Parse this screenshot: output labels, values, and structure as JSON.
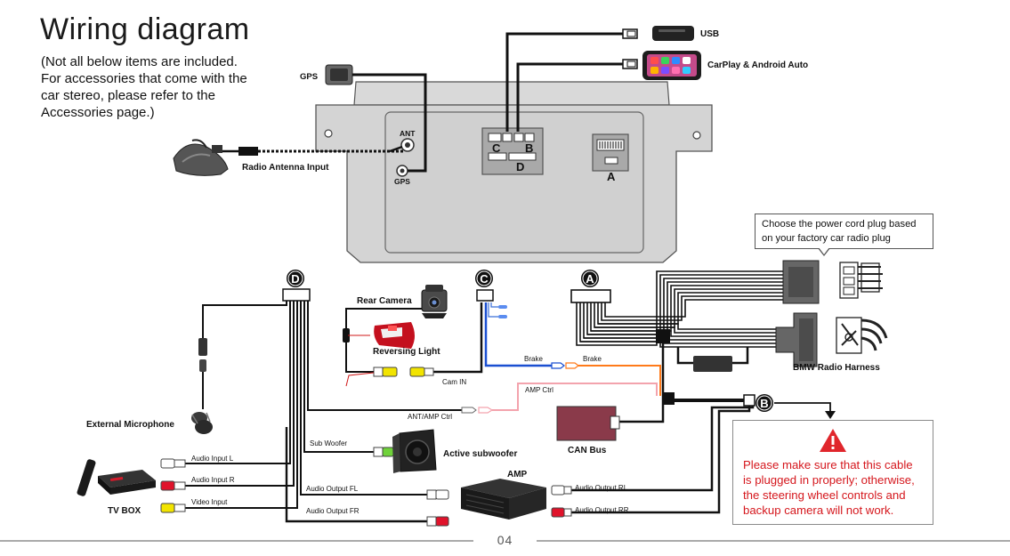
{
  "title": "Wiring diagram",
  "intro": [
    "(Not all below items are included.",
    "For accessories that come with the",
    "car stereo, please refer to the",
    "Accessories page.)"
  ],
  "labels": {
    "gps": "GPS",
    "usb": "USB",
    "carplay": "CarPlay & Android Auto",
    "ant": "ANT",
    "gps_port": "GPS",
    "radio_antenna": "Radio Antenna Input",
    "port_c": "C",
    "port_b": "B",
    "port_d": "D",
    "port_a": "A",
    "power_note": [
      "Choose the power cord plug based",
      "on your factory car radio plug"
    ],
    "bmw_harness": "BMW Radio Harness",
    "rear_camera": "Rear Camera",
    "reversing_light": "Reversing Light",
    "cam_in": "Cam IN",
    "brake_left": "Brake",
    "brake_right": "Brake",
    "amp_ctrl": "AMP Ctrl",
    "ant_amp_ctrl": "ANT/AMP Ctrl",
    "can_bus": "CAN Bus",
    "external_mic": "External Microphone",
    "sub_woofer": "Sub Woofer",
    "active_subwoofer": "Active subwoofer",
    "audio_input_l": "Audio Input L",
    "audio_input_r": "Audio Input R",
    "video_input": "Video Input",
    "tv_box": "TV BOX",
    "audio_output_fl": "Audio Output FL",
    "audio_output_fr": "Audio Output FR",
    "amp": "AMP",
    "audio_output_rl": "Audio Output RL",
    "audio_output_rr": "Audio Output RR",
    "badge_d": "D",
    "badge_c": "C",
    "badge_a": "A",
    "badge_b": "B"
  },
  "warning": [
    "Please make sure that this cable",
    "is plugged in properly; otherwise,",
    "the steering wheel controls and",
    "backup camera will not work."
  ],
  "page_number": "04",
  "colors": {
    "wire": "#111111",
    "warning_text": "#d5171d",
    "brake_orange": "#ff7a1a",
    "brake_blue": "#1a4fd1",
    "amp_ctrl_pink": "#f3a3ad",
    "can_box": "#8a3a4a",
    "stereo_fill": "#d2d2d2",
    "warning_icon": "#e0262c"
  }
}
